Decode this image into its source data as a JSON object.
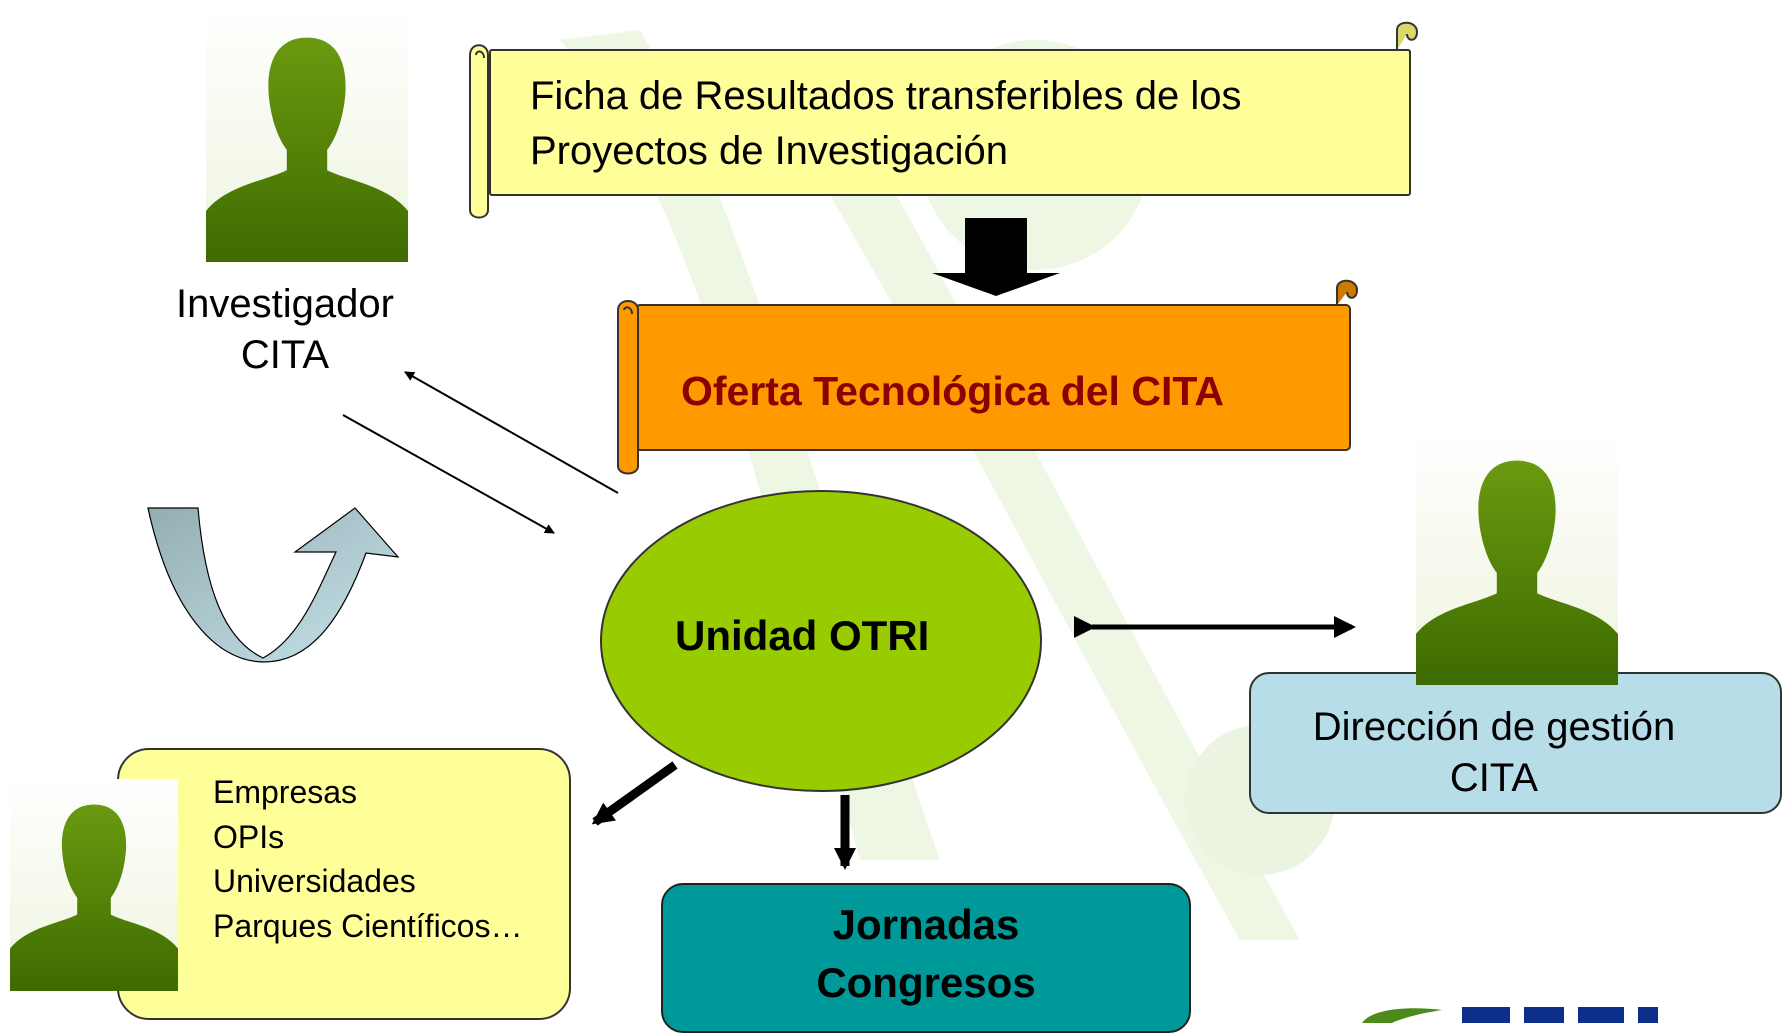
{
  "scroll_top": {
    "line1": "Ficha de Resultados transferibles de los",
    "line2": "Proyectos de Investigación"
  },
  "oferta": {
    "label": "Oferta Tecnológica del CITA"
  },
  "otri": {
    "label": "Unidad OTRI"
  },
  "investigador": {
    "line1": "Investigador",
    "line2": "CITA"
  },
  "direccion": {
    "line1": "Dirección de gestión",
    "line2": "CITA"
  },
  "partners": {
    "items": [
      "Empresas",
      "OPIs",
      "Universidades",
      "Parques Científicos…"
    ]
  },
  "events": {
    "line1": "Jornadas",
    "line2": "Congresos"
  },
  "colors": {
    "scroll_yellow": "#ffff99",
    "oferta_orange": "#ff9900",
    "oferta_text": "#8b0000",
    "otri_green": "#99cc00",
    "direccion_blue": "#b7dde8",
    "events_teal": "#009999",
    "portrait_green": "#5a8a00"
  },
  "icons": {
    "person": "person-silhouette-icon",
    "cycle": "cycle-arrow-icon"
  }
}
